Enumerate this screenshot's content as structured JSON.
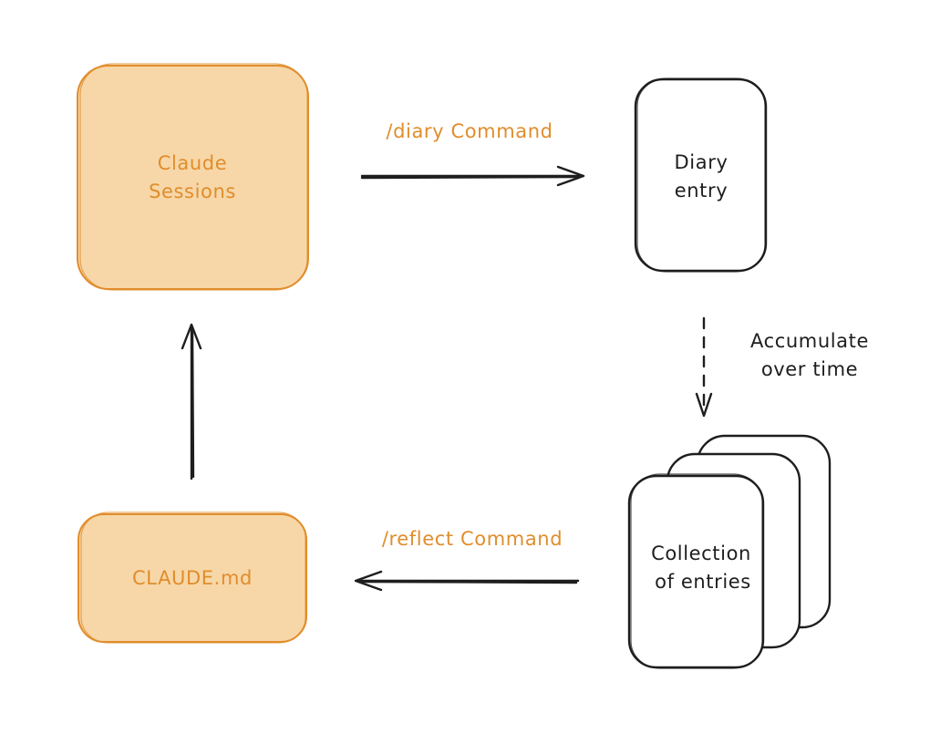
{
  "colors": {
    "accent": "#e08d2c",
    "accent_fill": "#f7d7a8",
    "ink": "#1e1e1e",
    "background": "#ffffff"
  },
  "nodes": {
    "claude_sessions": {
      "line1": "Claude",
      "line2": "Sessions"
    },
    "diary_entry": {
      "line1": "Diary",
      "line2": "entry"
    },
    "collection": {
      "line1": "Collection",
      "line2": "of entries"
    },
    "claude_md": {
      "label": "CLAUDE.md"
    }
  },
  "edges": {
    "diary_command": {
      "label": "/diary Command"
    },
    "accumulate": {
      "line1": "Accumulate",
      "line2": "over time"
    },
    "reflect_command": {
      "label": "/reflect Command"
    }
  }
}
